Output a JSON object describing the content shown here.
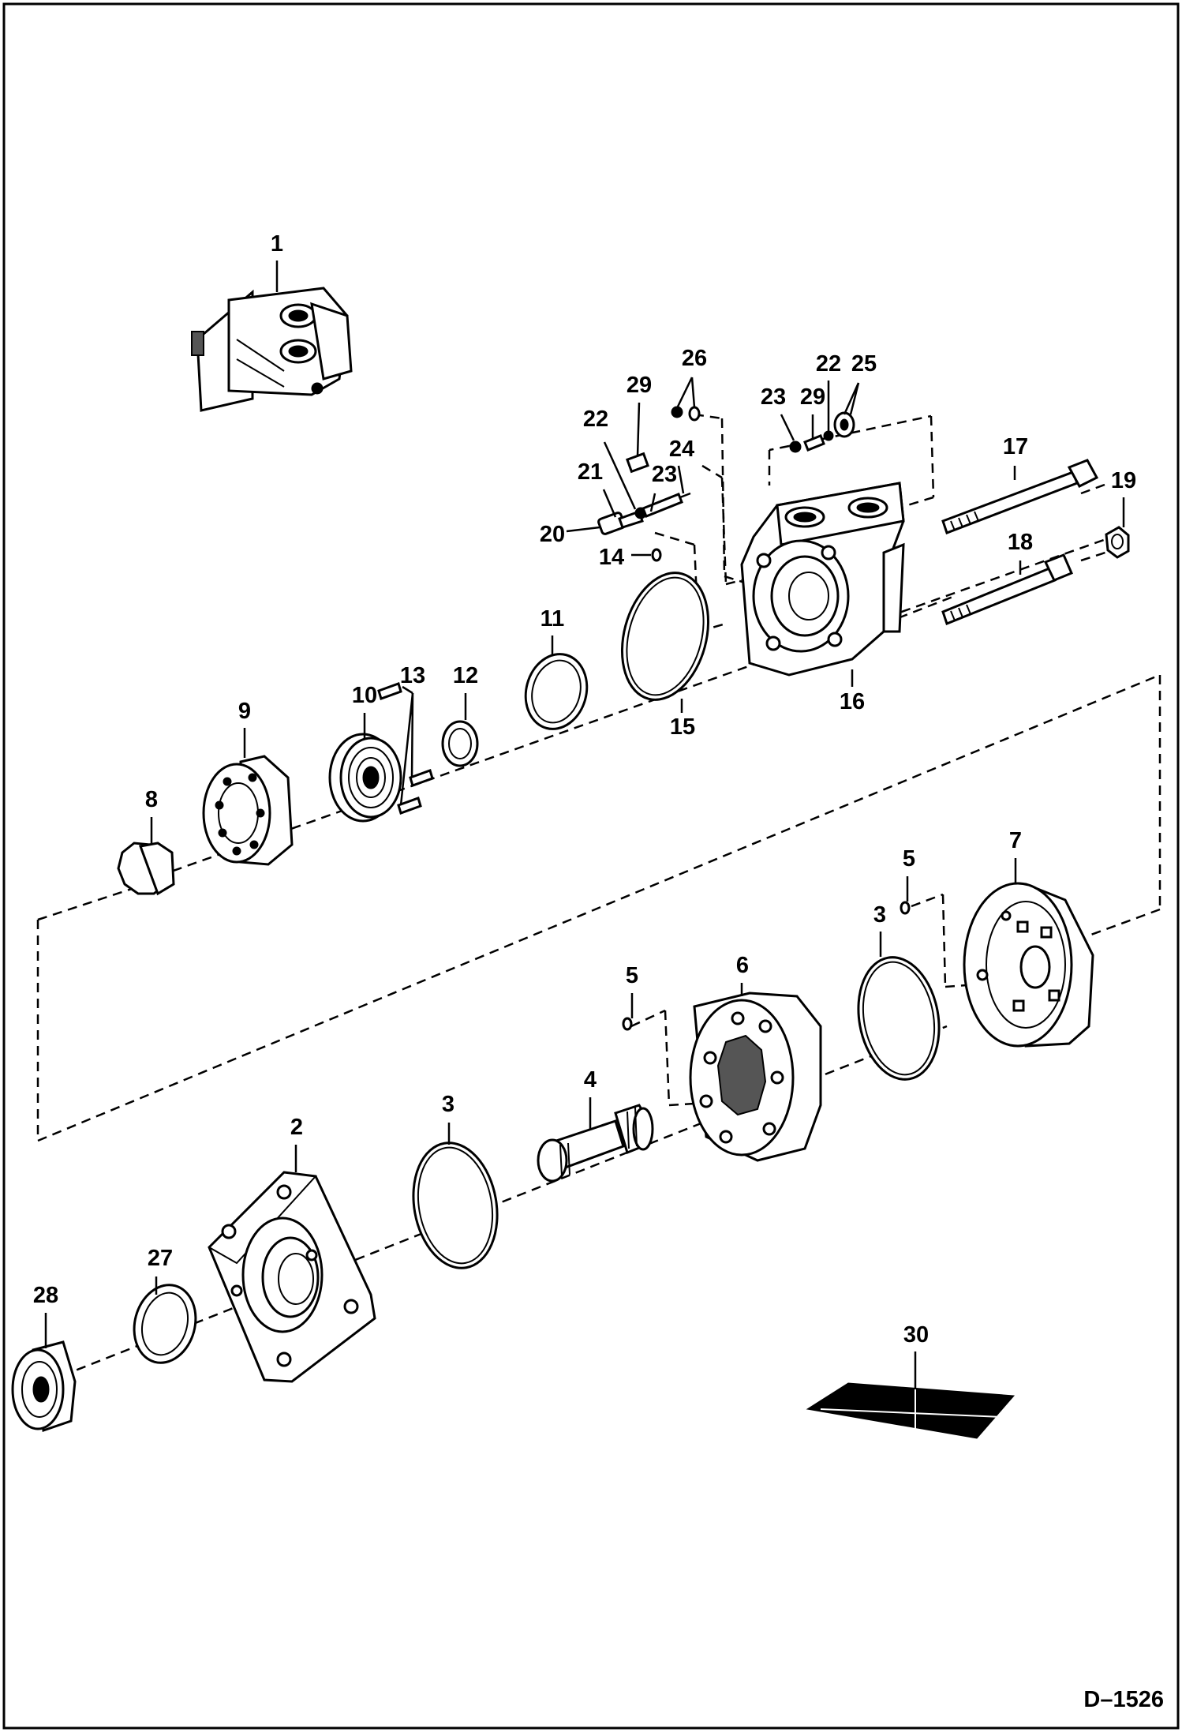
{
  "drawing_id": "D–1526",
  "parts": [
    {
      "id": "1",
      "label": "1"
    },
    {
      "id": "2",
      "label": "2"
    },
    {
      "id": "3a",
      "label": "3"
    },
    {
      "id": "3b",
      "label": "3"
    },
    {
      "id": "4",
      "label": "4"
    },
    {
      "id": "5a",
      "label": "5"
    },
    {
      "id": "5b",
      "label": "5"
    },
    {
      "id": "6",
      "label": "6"
    },
    {
      "id": "7",
      "label": "7"
    },
    {
      "id": "8",
      "label": "8"
    },
    {
      "id": "9",
      "label": "9"
    },
    {
      "id": "10",
      "label": "10"
    },
    {
      "id": "11",
      "label": "11"
    },
    {
      "id": "12",
      "label": "12"
    },
    {
      "id": "13",
      "label": "13"
    },
    {
      "id": "14",
      "label": "14"
    },
    {
      "id": "15",
      "label": "15"
    },
    {
      "id": "16",
      "label": "16"
    },
    {
      "id": "17",
      "label": "17"
    },
    {
      "id": "18",
      "label": "18"
    },
    {
      "id": "19",
      "label": "19"
    },
    {
      "id": "20",
      "label": "20"
    },
    {
      "id": "21",
      "label": "21"
    },
    {
      "id": "22a",
      "label": "22"
    },
    {
      "id": "22b",
      "label": "22"
    },
    {
      "id": "23a",
      "label": "23"
    },
    {
      "id": "23b",
      "label": "23"
    },
    {
      "id": "24",
      "label": "24"
    },
    {
      "id": "25",
      "label": "25"
    },
    {
      "id": "26",
      "label": "26"
    },
    {
      "id": "27",
      "label": "27"
    },
    {
      "id": "28",
      "label": "28"
    },
    {
      "id": "29a",
      "label": "29"
    },
    {
      "id": "29b",
      "label": "29"
    },
    {
      "id": "30",
      "label": "30"
    }
  ]
}
